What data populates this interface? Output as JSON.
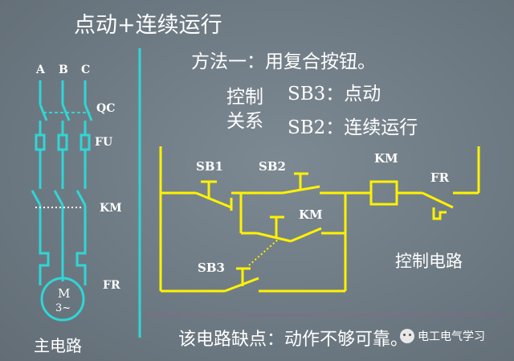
{
  "title": "点动+连续运行",
  "method": "方法一：用复合按钮。",
  "control_relation": {
    "label_line1": "控制",
    "label_line2": "关系",
    "sb3": "SB3：点动",
    "sb2": "SB2：连续运行"
  },
  "main_circuit": {
    "phases": [
      "A",
      "B",
      "C"
    ],
    "labels": {
      "qc": "QC",
      "fu": "FU",
      "km": "KM",
      "fr": "FR",
      "motor_line1": "M",
      "motor_line2": "3~"
    },
    "caption": "主电路"
  },
  "control_circuit": {
    "labels": {
      "sb1": "SB1",
      "sb2": "SB2",
      "km_coil": "KM",
      "fr": "FR",
      "km_contact": "KM",
      "sb3": "SB3"
    },
    "caption": "控制电路"
  },
  "footer": {
    "defect": "该电路缺点：动作不够可靠。",
    "watermark": "电工电气学习"
  },
  "colors": {
    "background": "#6f7b84",
    "main_circuit": "#2fd6d6",
    "control_circuit": "#fff200",
    "text": "#ffffff",
    "divider": "#2fd6d6",
    "footer_line": "#c0409a"
  }
}
